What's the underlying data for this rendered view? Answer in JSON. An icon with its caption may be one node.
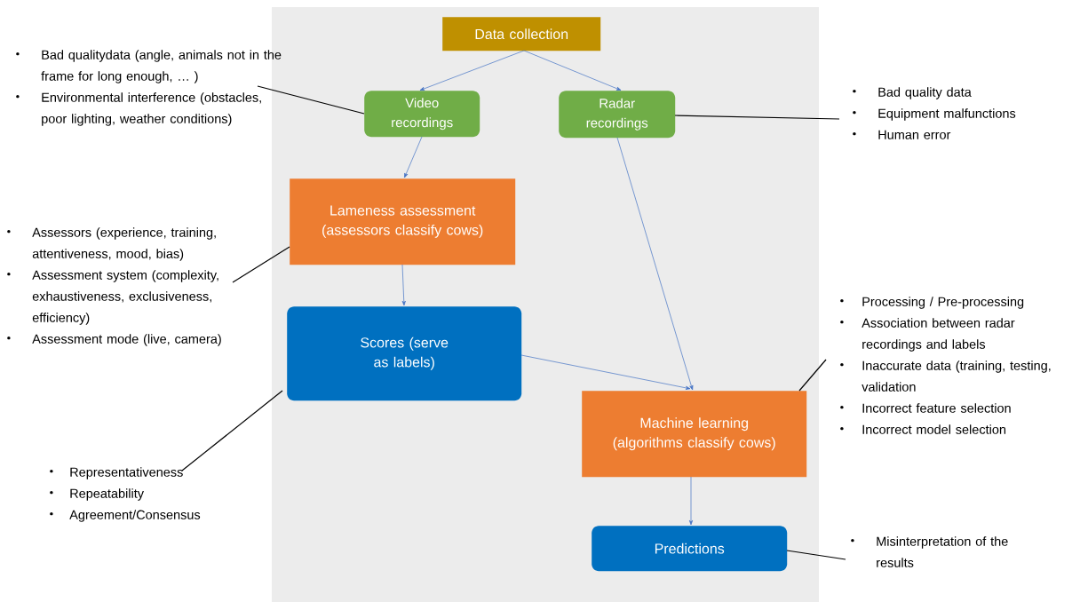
{
  "diagram": {
    "nodes": [
      {
        "text": [
          "Data collection"
        ]
      },
      {
        "text": [
          "Video recordings"
        ]
      },
      {
        "text": [
          "Radar recordings"
        ]
      },
      {
        "text": [
          "Lameness assessment (assessors classify cows)"
        ]
      },
      {
        "text": [
          "Scores (serve as labels)"
        ]
      },
      {
        "text": [
          "Machine learning (algorithms classify cows)"
        ]
      },
      {
        "text": [
          "Predictions"
        ]
      },
      {
        "text": [
          "Bad qualitydata (angle, animals not in the frame for long enough, … )",
          "Environmental interference (obstacles, poor lighting, weather conditions)"
        ]
      },
      {
        "text": [
          "Bad quality data",
          "Equipment malfunctions",
          "Human error"
        ]
      },
      {
        "text": [
          "Assessors (experience, training, attentiveness, mood, bias)",
          "Assessment system (complexity, exhaustiveness, exclusiveness, efficiency)",
          "Assessment mode (live, camera)"
        ]
      },
      {
        "text": [
          "Representativeness",
          "Repeatability",
          "Agreement/Consensus"
        ]
      },
      {
        "text": [
          "Processing / Pre-processing",
          "Association between radar recordings and labels",
          "Inaccurate data (training, testing, validation",
          "Incorrect feature selection",
          "Incorrect model selection"
        ]
      },
      {
        "text": [
          "Misinterpretation of the results"
        ]
      }
    ],
    "edges": [
      {
        "from": 0,
        "to": 1,
        "arrow": "to"
      },
      {
        "from": 0,
        "to": 2,
        "arrow": "to"
      },
      {
        "from": 1,
        "to": 3,
        "arrow": "to"
      },
      {
        "from": 3,
        "to": 4,
        "arrow": "to"
      },
      {
        "from": 2,
        "to": 5,
        "arrow": "to"
      },
      {
        "from": 4,
        "to": 5,
        "arrow": "to"
      },
      {
        "from": 5,
        "to": 6,
        "arrow": "to"
      },
      {
        "from": 7,
        "to": 1,
        "arrow": "none",
        "color": "#000000"
      },
      {
        "from": 8,
        "to": 2,
        "arrow": "none",
        "color": "#000000"
      },
      {
        "from": 9,
        "to": 3,
        "arrow": "none",
        "color": "#000000"
      },
      {
        "from": 10,
        "to": 4,
        "arrow": "none",
        "color": "#000000"
      },
      {
        "from": 11,
        "to": 5,
        "arrow": "none",
        "color": "#000000"
      },
      {
        "from": 12,
        "to": 6,
        "arrow": "none",
        "color": "#000000"
      }
    ]
  }
}
